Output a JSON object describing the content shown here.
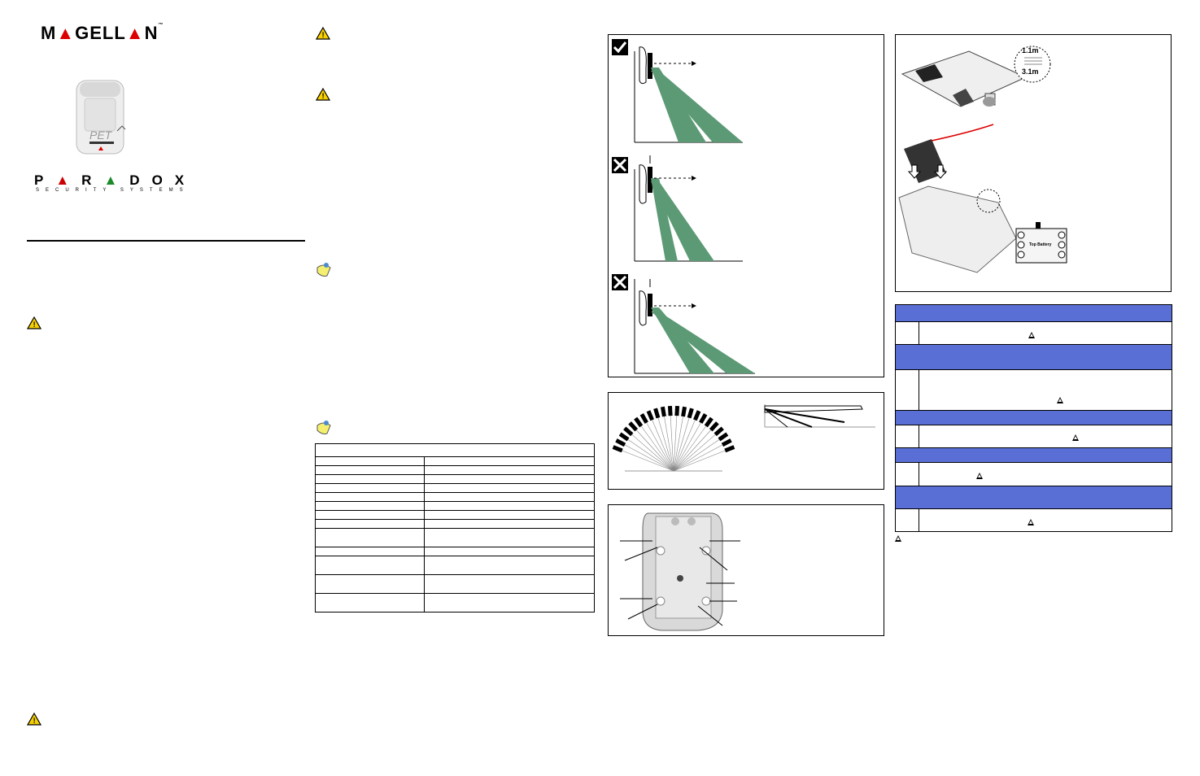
{
  "brand": {
    "magellan": "MAGELLAN",
    "tm": "™",
    "paradox": "PARADOX",
    "security": "SECURITY SYSTEMS"
  },
  "product": {
    "pet_label": "PET"
  },
  "battery": {
    "label": "Top Battery"
  },
  "distances": {
    "near": "1.1m",
    "far": "3.1m"
  },
  "icons": [
    "warning-icon",
    "note-icon",
    "check-icon",
    "cross-icon"
  ],
  "colors": {
    "beam": "#5c9a75",
    "band": "#5a6fd6",
    "red": "#d00000",
    "green": "#1a8a2a"
  }
}
